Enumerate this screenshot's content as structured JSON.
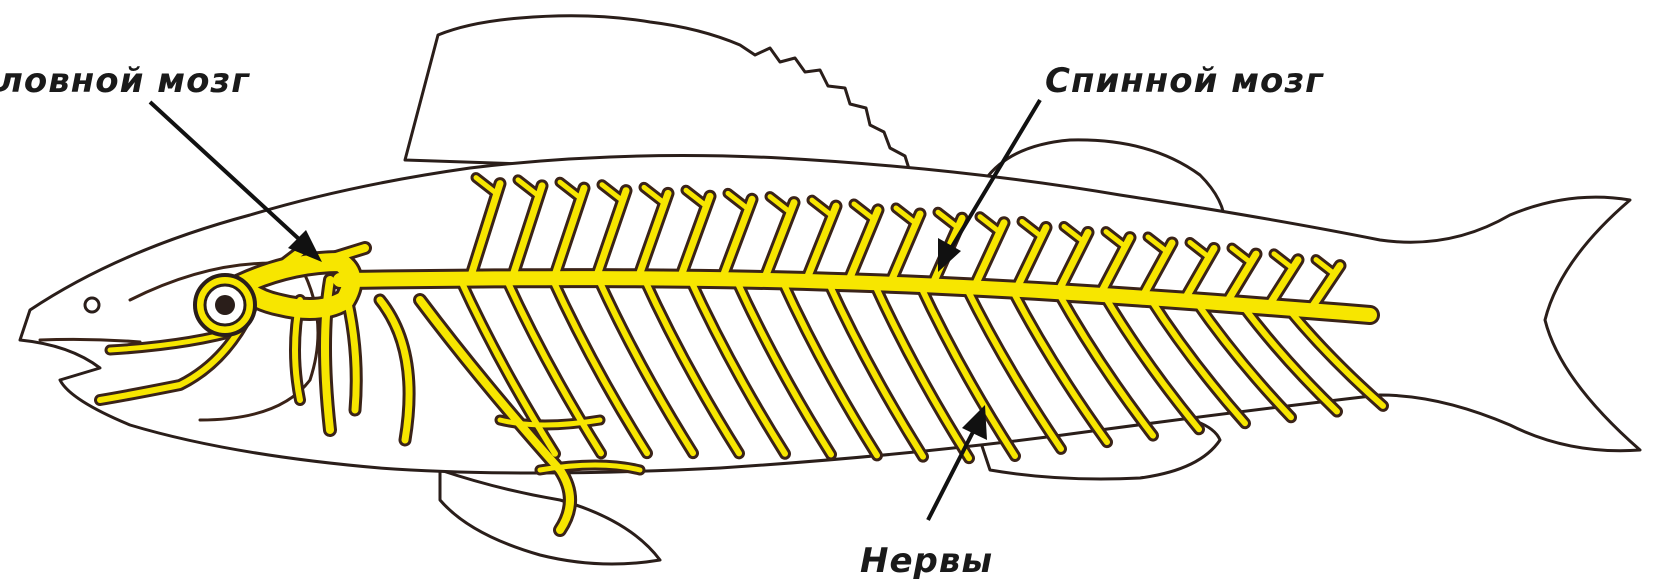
{
  "labels": {
    "brain": "ловной мозг",
    "spinal_cord": "Спинной мозг",
    "nerves": "Нервы"
  },
  "colors": {
    "nerve_fill": "#f7e600",
    "nerve_outline": "#3a2318",
    "outline": "#2a1e1a",
    "background": "#ffffff"
  }
}
